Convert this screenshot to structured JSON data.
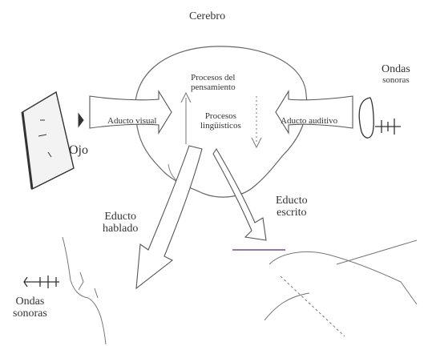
{
  "labels": {
    "cerebro": "Cerebro",
    "procesos_pensamiento_1": "Procesos del",
    "procesos_pensamiento_2": "pensamiento",
    "procesos_linguisticos_1": "Procesos",
    "procesos_linguisticos_2": "lingüísticos",
    "aducto_visual": "Aducto visual",
    "aducto_auditivo": "Aducto auditivo",
    "ojo": "Ojo",
    "ondas_sonoras_right_1": "Ondas",
    "ondas_sonoras_right_2": "sonoras",
    "educto_hablado_1": "Educto",
    "educto_hablado_2": "hablado",
    "educto_escrito_1": "Educto",
    "educto_escrito_2": "escrito",
    "ondas_sonoras_left_1": "Ondas",
    "ondas_sonoras_left_2": "sonoras"
  },
  "colors": {
    "ink": "#3a3a3a",
    "faint_ink": "#8a8a8a",
    "pen_line": "#7a4a8a"
  },
  "icons": {
    "brain": "brain-outline",
    "eye": "eye-icon",
    "ear": "ear-icon",
    "mouth": "mouth-profile-icon",
    "hand": "writing-hand-icon",
    "book": "open-book-icon"
  }
}
